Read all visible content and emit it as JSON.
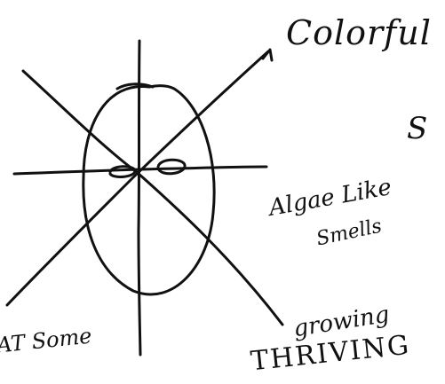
{
  "labels": {
    "colorful": "Colorful",
    "s": "S",
    "algae_line1": "Algae Like",
    "algae_line2": "Smells",
    "growing": "growing",
    "thriving": "THRIVING",
    "at_some": "AT Some"
  }
}
